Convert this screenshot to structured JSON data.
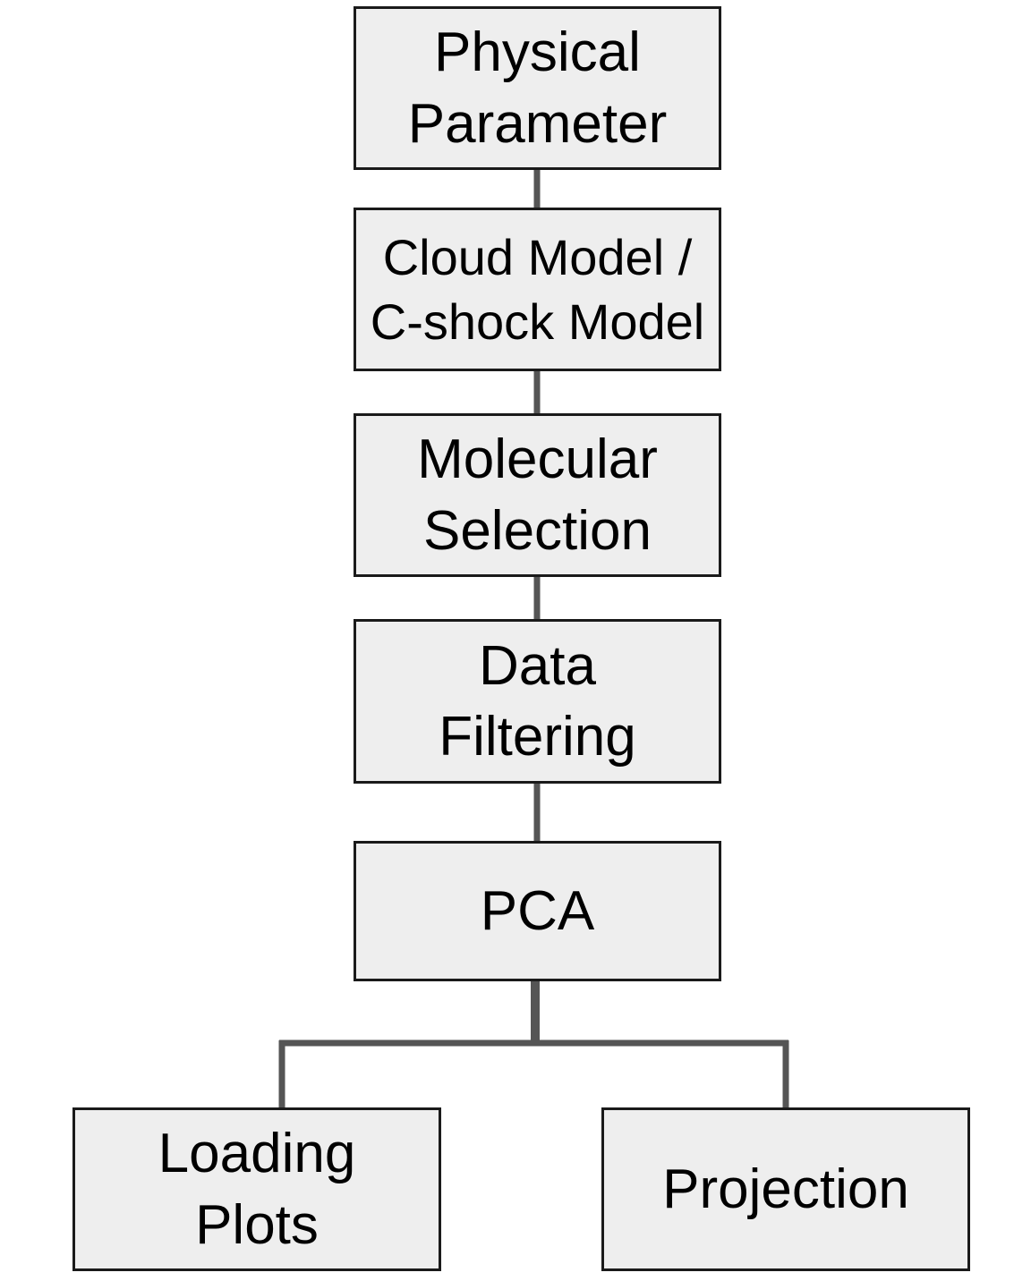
{
  "diagram": {
    "nodes": {
      "physical_parameter": "Physical\nParameter",
      "cloud_model": "Cloud Model /\nC-shock Model",
      "molecular_selection": "Molecular\nSelection",
      "data_filtering": "Data\nFiltering",
      "pca": "PCA",
      "loading_plots": "Loading\nPlots",
      "projection": "Projection"
    },
    "colors": {
      "node_fill": "#eeeeee",
      "node_border": "#1a1a1a",
      "connector": "#555555",
      "text": "#000000"
    }
  }
}
